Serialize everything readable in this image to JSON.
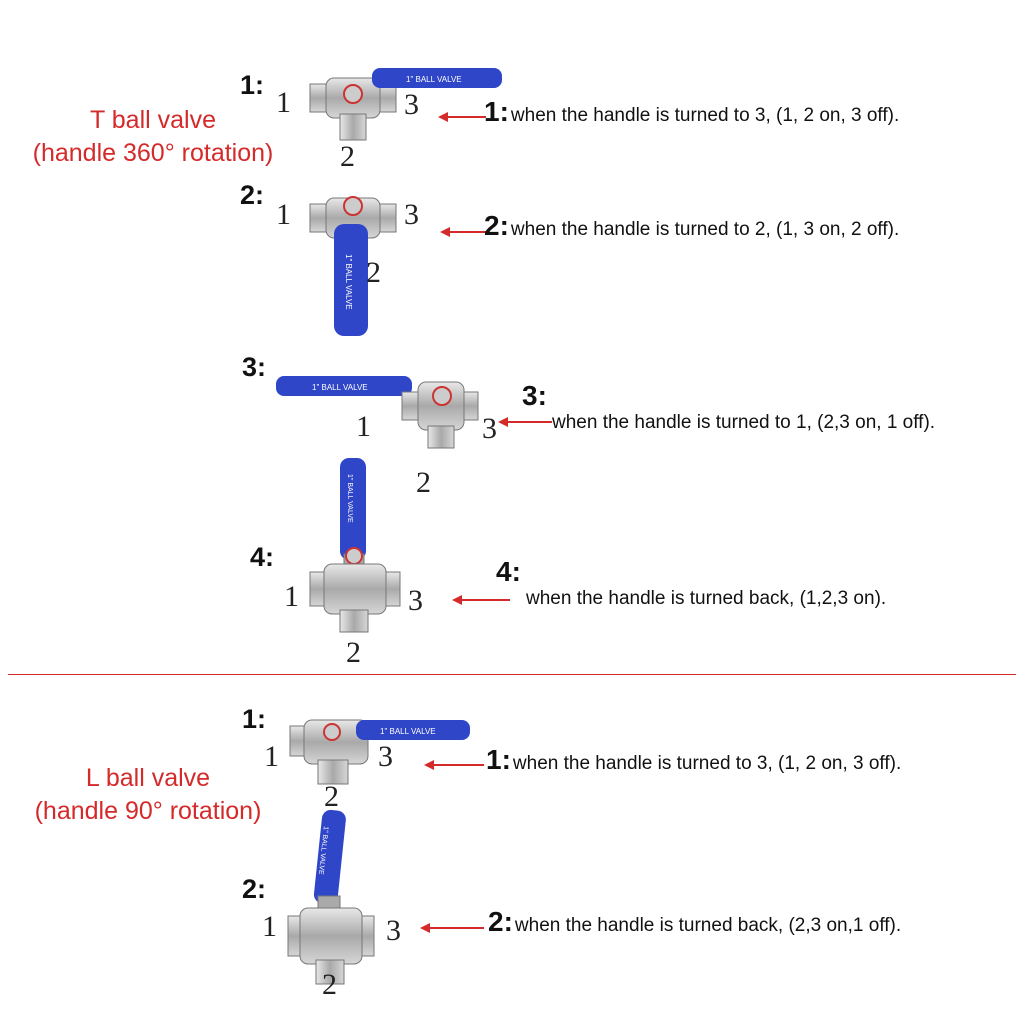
{
  "colors": {
    "accent_red": "#d42a2a",
    "handle_blue": "#2f46c8",
    "steel": "#b8b8b8"
  },
  "t_section": {
    "title": "T ball valve",
    "subtitle": "(handle 360° rotation)",
    "steps": [
      {
        "num": "1:",
        "ports": [
          "1",
          "2",
          "3"
        ],
        "arrow_num": "1:",
        "text": "when the handle is turned to 3, (1, 2 on, 3 off)."
      },
      {
        "num": "2:",
        "ports": [
          "1",
          "2",
          "3"
        ],
        "arrow_num": "2:",
        "text": "when the handle is turned to 2, (1, 3 on, 2 off)."
      },
      {
        "num": "3:",
        "ports": [
          "1",
          "2",
          "3"
        ],
        "arrow_num": "3:",
        "text": "when the handle is turned to 1, (2,3 on, 1 off)."
      },
      {
        "num": "4:",
        "ports": [
          "1",
          "2",
          "3"
        ],
        "arrow_num": "4:",
        "text": "when the handle is turned back, (1,2,3 on)."
      }
    ]
  },
  "l_section": {
    "title": "L ball valve",
    "subtitle": "(handle 90° rotation)",
    "steps": [
      {
        "num": "1:",
        "ports": [
          "1",
          "2",
          "3"
        ],
        "arrow_num": "1:",
        "text": "when the handle is turned to 3, (1, 2 on, 3 off)."
      },
      {
        "num": "2:",
        "ports": [
          "1",
          "2",
          "3"
        ],
        "arrow_num": "2:",
        "text": "when the handle is turned back, (2,3 on,1 off)."
      }
    ]
  },
  "handle_label": "1\" BALL VALVE"
}
